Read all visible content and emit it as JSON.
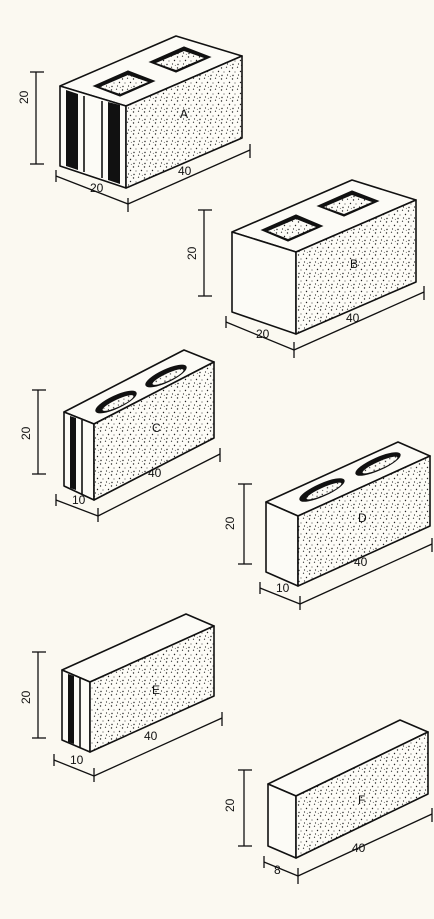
{
  "colors": {
    "ink": "#111111",
    "paper": "#fbf9f1"
  },
  "blocks": [
    {
      "id": "A",
      "letter": "A",
      "height": "20",
      "width": "20",
      "length": "40",
      "style": "hollow, grooved ends, two cores"
    },
    {
      "id": "B",
      "letter": "B",
      "height": "20",
      "width": "20",
      "length": "40",
      "style": "hollow, plain ends, two cores"
    },
    {
      "id": "C",
      "letter": "C",
      "height": "20",
      "width": "10",
      "length": "40",
      "style": "hollow, grooved ends, two oval cores"
    },
    {
      "id": "D",
      "letter": "D",
      "height": "20",
      "width": "10",
      "length": "40",
      "style": "hollow, plain ends, two oval cores"
    },
    {
      "id": "E",
      "letter": "E",
      "height": "20",
      "width": "10",
      "length": "40",
      "style": "solid, grooved ends"
    },
    {
      "id": "F",
      "letter": "F",
      "height": "20",
      "width": "8",
      "length": "40",
      "style": "solid, plain ends"
    }
  ]
}
